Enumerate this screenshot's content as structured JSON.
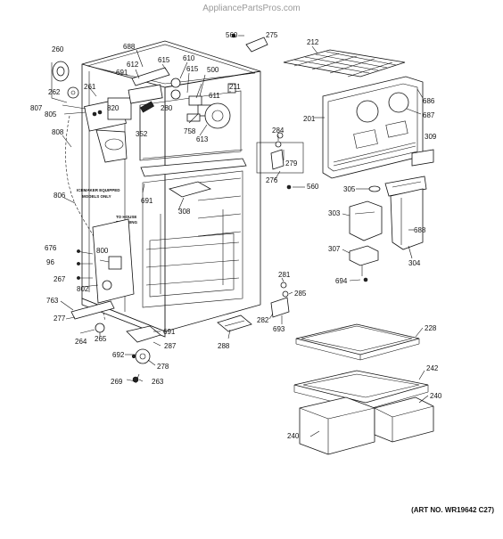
{
  "watermark": "AppliancePartsPros.com",
  "art_number": "(ART NO. WR19642 C27)",
  "notes": {
    "icemaker_line1": "ICEMAKER EQUIPPED",
    "icemaker_line2": "MODELS ONLY",
    "house_line1": "TO HOUSE",
    "house_line2": "PLUMBING"
  },
  "callouts": [
    "560",
    "275",
    "212",
    "260",
    "688",
    "612",
    "615",
    "610",
    "691",
    "615",
    "500",
    "262",
    "261",
    "807",
    "211",
    "820",
    "280",
    "611",
    "686",
    "805",
    "687",
    "201",
    "352",
    "758",
    "284",
    "808",
    "613",
    "309",
    "279",
    "276",
    "560",
    "305",
    "806",
    "691",
    "308",
    "303",
    "688",
    "676",
    "800",
    "96",
    "307",
    "304",
    "267",
    "694",
    "802",
    "281",
    "285",
    "763",
    "282",
    "277",
    "693",
    "691",
    "264",
    "265",
    "287",
    "288",
    "228",
    "692",
    "278",
    "242",
    "269",
    "263",
    "240",
    "240"
  ]
}
